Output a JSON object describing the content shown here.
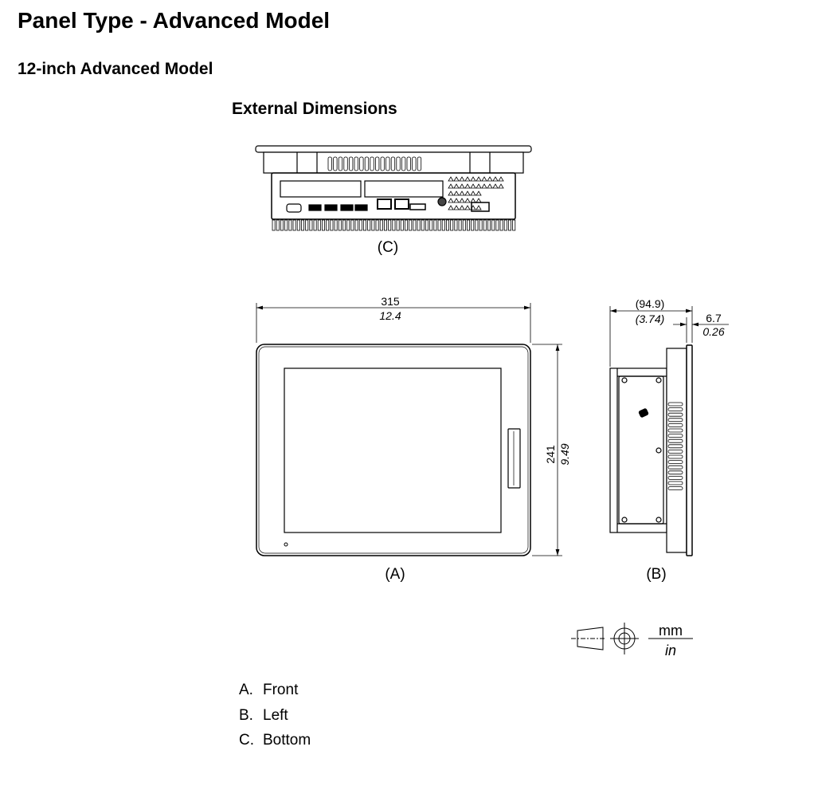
{
  "page": {
    "title": "Panel Type - Advanced Model",
    "subtitle": "12-inch Advanced Model",
    "section": "External Dimensions"
  },
  "views": {
    "bottom_label": "(C)",
    "front_label": "(A)",
    "left_label": "(B)"
  },
  "dimensions": {
    "width_mm": "315",
    "width_in": "12.4",
    "height_mm": "241",
    "height_in": "9.49",
    "depth_mm": "(94.9)",
    "depth_in": "(3.74)",
    "bezel_mm": "6.7",
    "bezel_in": "0.26"
  },
  "units": {
    "top": "mm",
    "bottom": "in"
  },
  "legend": [
    {
      "key": "A.",
      "label": "Front"
    },
    {
      "key": "B.",
      "label": "Left"
    },
    {
      "key": "C.",
      "label": "Bottom"
    }
  ]
}
